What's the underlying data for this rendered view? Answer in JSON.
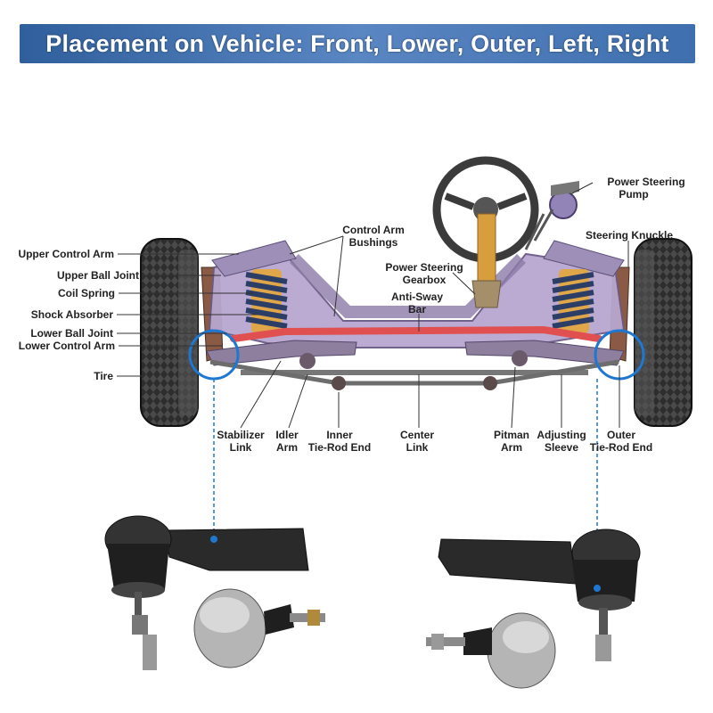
{
  "header": {
    "title": "Placement on Vehicle: Front, Lower, Outer, Left, Right"
  },
  "colors": {
    "banner": "#3f6fae",
    "frame": "#b8a6cf",
    "sway_bar": "#e05050",
    "spring": "#2c3e66",
    "shock": "#e0a64a",
    "callout": "#1e78d2"
  },
  "labels": {
    "upper_control_arm": "Upper Control Arm",
    "upper_ball_joint": "Upper Ball Joint",
    "coil_spring": "Coil Spring",
    "shock_absorber": "Shock Absorber",
    "lower_ball_joint": "Lower Ball Joint",
    "lower_control_arm": "Lower Control Arm",
    "tire": "Tire",
    "control_arm_bushings": [
      "Control Arm",
      "Bushings"
    ],
    "power_steering_gearbox": [
      "Power Steering",
      "Gearbox"
    ],
    "anti_sway_bar": [
      "Anti-Sway",
      "Bar"
    ],
    "power_steering_pump": [
      "Power Steering",
      "Pump"
    ],
    "steering_knuckle": "Steering Knuckle",
    "stabilizer_link": [
      "Stabilizer",
      "Link"
    ],
    "idler_arm": [
      "Idler",
      "Arm"
    ],
    "inner_tie_rod_end": [
      "Inner",
      "Tie-Rod End"
    ],
    "center_link": [
      "Center",
      "Link"
    ],
    "pitman_arm": [
      "Pitman",
      "Arm"
    ],
    "adjusting_sleeve": [
      "Adjusting",
      "Sleeve"
    ],
    "outer_tie_rod_end": [
      "Outer",
      "Tie-Rod End"
    ]
  }
}
